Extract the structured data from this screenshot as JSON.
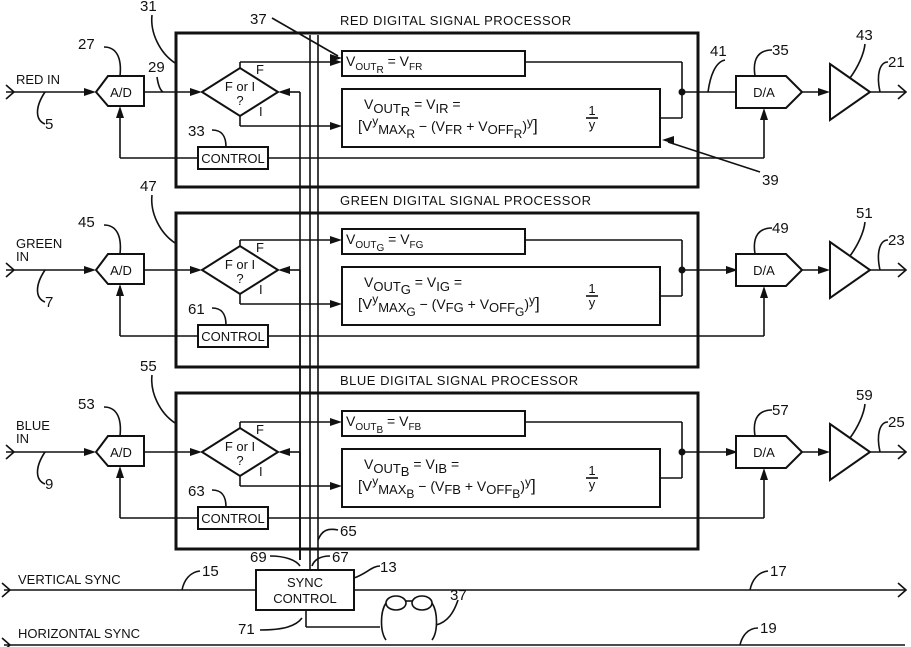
{
  "diagram": {
    "type": "block-diagram",
    "channels": [
      {
        "id": "red",
        "input_label": [
          "RED IN"
        ],
        "input_ref": "5",
        "ad_ref": "27",
        "ad_label": "A/D",
        "ad_out_ref": "29",
        "dsp_ref": "31",
        "dsp_title": "RED DIGITAL SIGNAL PROCESSOR",
        "decision_label": [
          "F or I",
          "?"
        ],
        "decision_f": "F",
        "decision_i": "I",
        "control_ref": "33",
        "control_label": "CONTROL",
        "formula_f": {
          "lhs": "V",
          "lhs_sub": "OUT",
          "lhs_sub2": "R",
          "rhs": "V",
          "rhs_sub": "FR"
        },
        "formula_i_line1": {
          "lhs": "V",
          "lhs_sub": "OUT",
          "lhs_sub2": "R",
          "rhs": "V",
          "rhs_sub": "IR"
        },
        "formula_i_line2": {
          "max": "MAX",
          "max_sub": "R",
          "fr": "FR",
          "off": "OFF",
          "off_sub": "R"
        },
        "formula_f_ref": "37",
        "formula_i_ref": "39",
        "da_out_ref": "41",
        "da_ref": "35",
        "da_label": "D/A",
        "amp_ref": "43",
        "output_ref": "21"
      },
      {
        "id": "green",
        "input_label": [
          "GREEN",
          "IN"
        ],
        "input_ref": "7",
        "ad_ref": "45",
        "ad_label": "A/D",
        "dsp_ref": "47",
        "dsp_title": "GREEN DIGITAL SIGNAL PROCESSOR",
        "decision_label": [
          "F or I",
          "?"
        ],
        "decision_f": "F",
        "decision_i": "I",
        "control_ref": "61",
        "control_label": "CONTROL",
        "formula_f": {
          "lhs": "V",
          "lhs_sub": "OUT",
          "lhs_sub2": "G",
          "rhs": "V",
          "rhs_sub": "FG"
        },
        "formula_i_line1": {
          "lhs": "V",
          "lhs_sub": "OUT",
          "lhs_sub2": "G",
          "rhs": "V",
          "rhs_sub": "IG"
        },
        "formula_i_line2": {
          "max": "MAX",
          "max_sub": "G",
          "fr": "FG",
          "off": "OFF",
          "off_sub": "G"
        },
        "da_ref": "49",
        "da_label": "D/A",
        "amp_ref": "51",
        "output_ref": "23"
      },
      {
        "id": "blue",
        "input_label": [
          "BLUE",
          "IN"
        ],
        "input_ref": "9",
        "ad_ref": "53",
        "ad_label": "A/D",
        "dsp_ref": "55",
        "dsp_title": "BLUE DIGITAL SIGNAL PROCESSOR",
        "decision_label": [
          "F or I",
          "?"
        ],
        "decision_f": "F",
        "decision_i": "I",
        "control_ref": "63",
        "control_label": "CONTROL",
        "formula_f": {
          "lhs": "V",
          "lhs_sub": "OUT",
          "lhs_sub2": "B",
          "rhs": "V",
          "rhs_sub": "FB"
        },
        "formula_i_line1": {
          "lhs": "V",
          "lhs_sub": "OUT",
          "lhs_sub2": "B",
          "rhs": "V",
          "rhs_sub": "IB"
        },
        "formula_i_line2": {
          "max": "MAX",
          "max_sub": "B",
          "fr": "FB",
          "off": "OFF",
          "off_sub": "B"
        },
        "da_ref": "57",
        "da_label": "D/A",
        "amp_ref": "59",
        "output_ref": "25"
      }
    ],
    "sync": {
      "control_label": [
        "SYNC",
        "CONTROL"
      ],
      "control_ref": "13",
      "bus_ref": "65",
      "line_67_ref": "67",
      "line_69_ref": "69",
      "line_71_ref": "71",
      "vertical_label": "VERTICAL SYNC",
      "vertical_in_ref": "15",
      "vertical_out_ref": "17",
      "horizontal_label": "HORIZONTAL SYNC",
      "horizontal_out_ref": "19",
      "glasses_ref": "37"
    },
    "formula_symbols": {
      "equals": "=",
      "minus": "−",
      "plus": "+",
      "exp": "y",
      "inv_num": "1",
      "inv_den": "y"
    }
  }
}
